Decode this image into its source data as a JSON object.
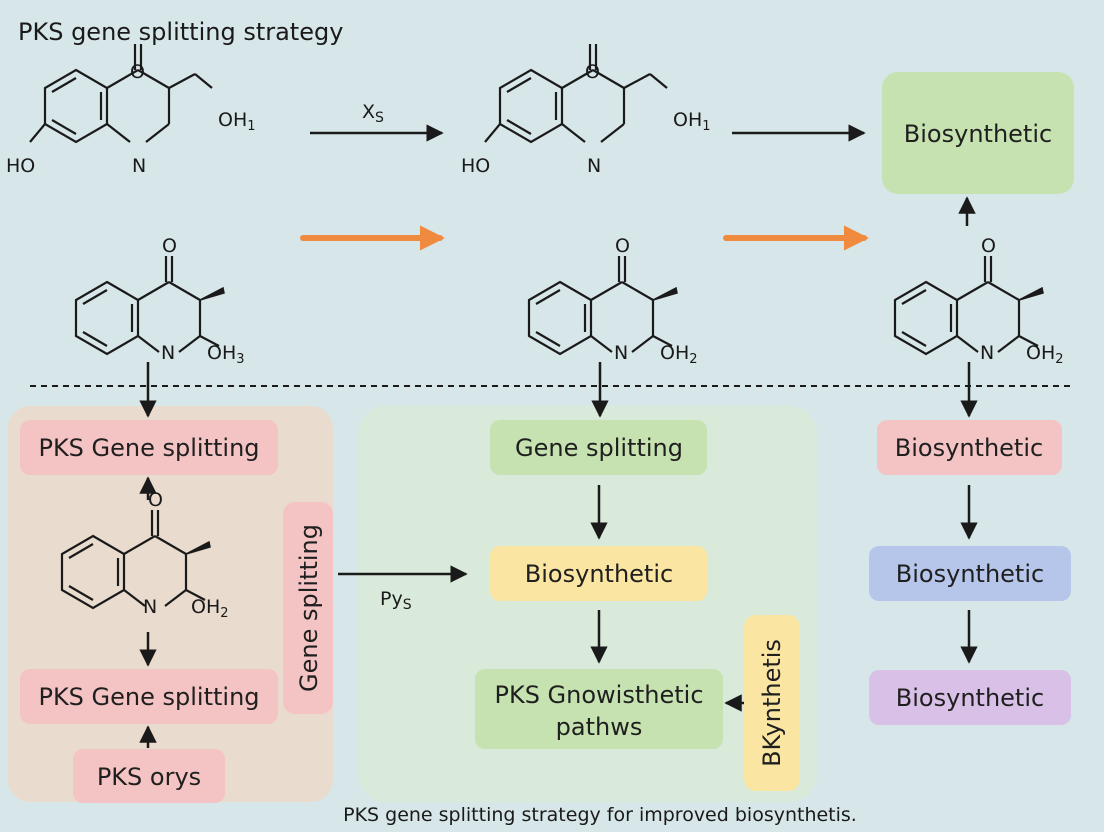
{
  "title": "PKS gene splitting strategy",
  "caption": "PKS gene splitting strategy for improved biosynthetis.",
  "arrow_labels": {
    "top_left": "X",
    "top_left_sub": "S",
    "middle_left": "Py",
    "middle_left_sub": "S"
  },
  "molecules": {
    "top_left": {
      "carbonyl": "O",
      "nitrogen": "N",
      "hydroxyl": "HO",
      "side_group": "OH",
      "side_sub": "1"
    },
    "top_mid": {
      "carbonyl": "O",
      "nitrogen": "N",
      "hydroxyl": "HO",
      "side_group": "OH",
      "side_sub": "1"
    },
    "mid_left": {
      "carbonyl": "O",
      "nitrogen": "N",
      "side_group": "OH",
      "side_sub": "3"
    },
    "mid_center": {
      "carbonyl": "O",
      "nitrogen": "N",
      "side_group": "OH",
      "side_sub": "2"
    },
    "mid_right": {
      "carbonyl": "O",
      "nitrogen": "N",
      "side_group": "OH",
      "side_sub": "2"
    },
    "panel_left": {
      "carbonyl": "O",
      "nitrogen": "N",
      "side_group": "OH",
      "side_sub": "2"
    }
  },
  "boxes": {
    "top_biosynthetic": "Biosynthetic",
    "left_pks_gene_splitting_top": "PKS Gene splitting",
    "left_pks_gene_splitting_bottom": "PKS Gene splitting",
    "left_pks_orys": "PKS orys",
    "left_vertical_gene_splitting": "Gene splitting",
    "center_gene_splitting": "Gene splitting",
    "center_biosynthetic": "Biosynthetic",
    "center_pks_line1": "PKS Gnowisthetic",
    "center_pks_line2": "pathws",
    "center_vertical_bkynthetis": "BKynthetis",
    "right_biosynthetic_1": "Biosynthetic",
    "right_biosynthetic_2": "Biosynthetic",
    "right_biosynthetic_3": "Biosynthetic"
  },
  "colors": {
    "background": "#d7e6e8",
    "left_panel": "#e9dccf",
    "center_panel": "#d9eadb",
    "pink_box": "#f4c3c3",
    "green_box": "#c6e2b1",
    "yellow_box": "#fbe5a2",
    "blue_box": "#b5c6ea",
    "purple_box": "#d8c0e6",
    "orange_arrow": "#f08a3e",
    "ink": "#1a1a1a"
  }
}
